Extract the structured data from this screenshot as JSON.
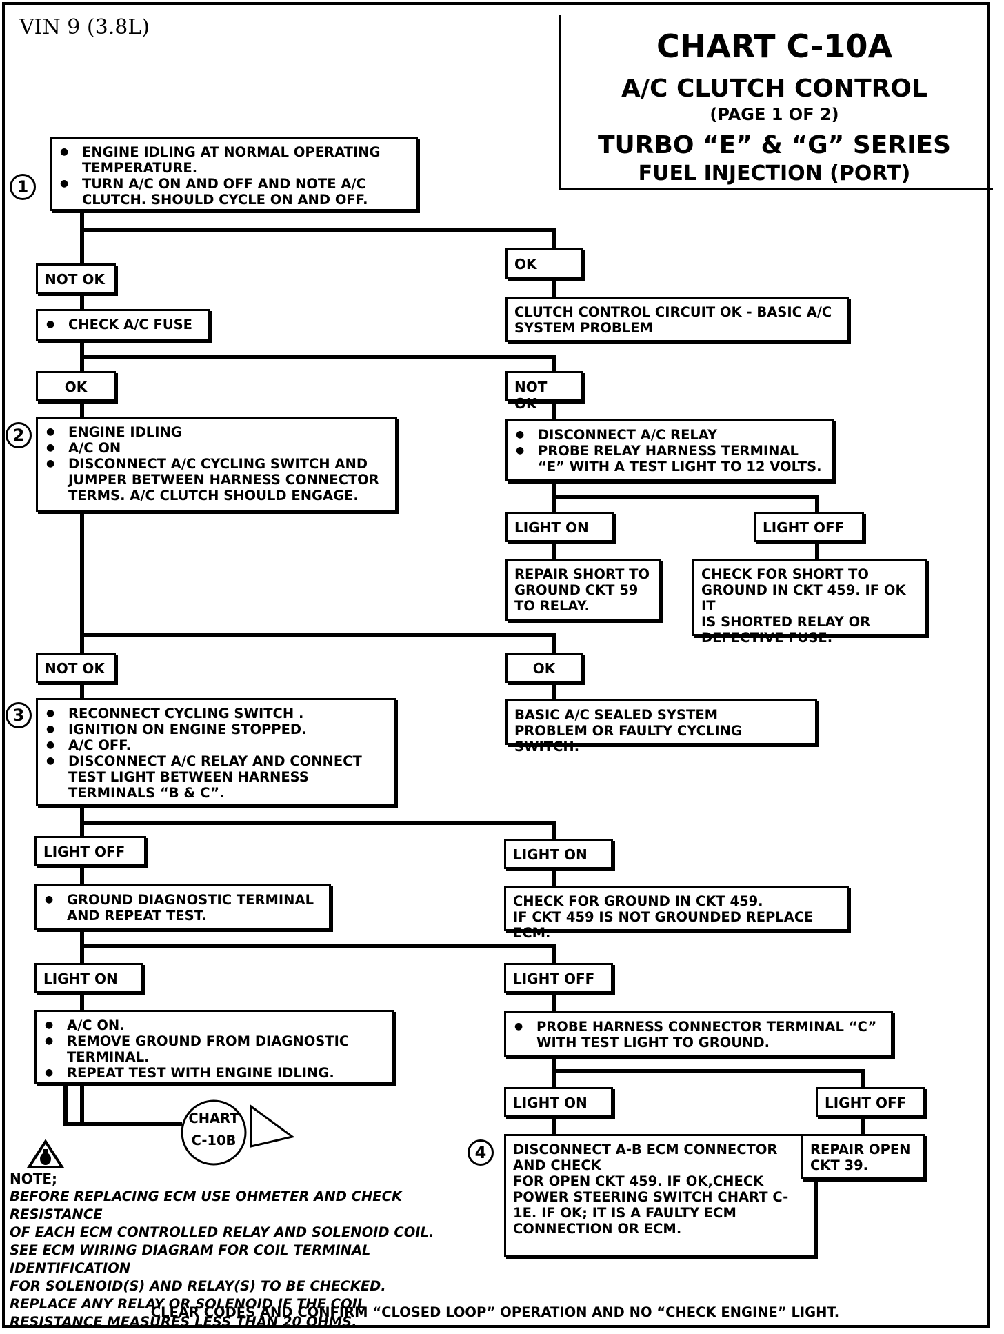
{
  "header": {
    "vin": "VIN 9 (3.8L)",
    "chart_id": "CHART C-10A",
    "title": "A/C CLUTCH CONTROL",
    "page": "(PAGE 1 OF 2)",
    "series": "TURBO “E” & “G” SERIES",
    "injection": "FUEL INJECTION (PORT)"
  },
  "steps": {
    "s1": "1",
    "s2": "2",
    "s3": "3",
    "s4": "4"
  },
  "boxes": {
    "start": [
      "ENGINE IDLING AT NORMAL OPERATING TEMPERATURE.",
      "TURN A/C ON AND OFF AND NOTE A/C CLUTCH.  SHOULD CYCLE ON AND OFF."
    ],
    "lbl_notok_1": "NOT OK",
    "lbl_ok_1": "OK",
    "clutch_ok": "CLUTCH CONTROL CIRCUIT OK - BASIC A/C SYSTEM PROBLEM",
    "check_fuse": [
      "CHECK A/C FUSE"
    ],
    "lbl_ok_2": "OK",
    "lbl_notok_2": "NOT OK",
    "step2": [
      "ENGINE IDLING",
      "A/C ON",
      "DISCONNECT A/C CYCLING SWITCH AND JUMPER BETWEEN HARNESS CONNECTOR TERMS.  A/C CLUTCH SHOULD ENGAGE."
    ],
    "relay": [
      "DISCONNECT A/C RELAY",
      "PROBE RELAY HARNESS TERMINAL “E” WITH A TEST LIGHT TO 12  VOLTS."
    ],
    "lbl_lighton_1": "LIGHT ON",
    "lbl_lightoff_1": "LIGHT OFF",
    "repair_short": "REPAIR SHORT TO\nGROUND CKT 59\nTO RELAY.",
    "check_short": "CHECK FOR SHORT TO\nGROUND IN CKT 459. IF OK IT\nIS SHORTED RELAY OR\nDEFECTIVE FUSE.",
    "lbl_notok_3": "NOT OK",
    "lbl_ok_3": "OK",
    "basic_sealed": "BASIC A/C SEALED SYSTEM\nPROBLEM OR FAULTY CYCLING SWITCH.",
    "step3": [
      "RECONNECT CYCLING SWITCH .",
      "IGNITION ON ENGINE STOPPED.",
      "A/C OFF.",
      "DISCONNECT A/C RELAY AND CONNECT TEST LIGHT BETWEEN HARNESS TERMINALS “B & C”."
    ],
    "lbl_lightoff_2": "LIGHT OFF",
    "lbl_lighton_2": "LIGHT ON",
    "ground_diag": [
      "GROUND DIAGNOSTIC TERMINAL AND REPEAT TEST."
    ],
    "check_ground": "CHECK FOR GROUND IN CKT 459.\nIF CKT 459 IS NOT GROUNDED REPLACE ECM.",
    "lbl_lighton_3": "LIGHT ON",
    "lbl_lightoff_3": "LIGHT OFF",
    "ac_on": [
      "A/C ON.",
      "REMOVE GROUND FROM DIAGNOSTIC TERMINAL.",
      "REPEAT TEST WITH ENGINE IDLING."
    ],
    "probe_c": [
      "PROBE HARNESS CONNECTOR TERMINAL “C” WITH TEST LIGHT TO GROUND."
    ],
    "lbl_lighton_4": "LIGHT ON",
    "lbl_lightoff_4": "LIGHT OFF",
    "step4": "DISCONNECT A-B  ECM CONNECTOR\nAND CHECK\nFOR OPEN CKT 459. IF OK,CHECK\nPOWER STEERING SWITCH CHART C-\n1E. IF OK;  IT IS A FAULTY ECM\nCONNECTION OR ECM.",
    "repair_open": "REPAIR OPEN\nCKT 39.",
    "chart_ref": "CHART\nC-10B"
  },
  "note": {
    "title": "NOTE;",
    "text": "BEFORE REPLACING ECM USE OHMETER AND CHECK RESISTANCE\nOF EACH ECM CONTROLLED RELAY AND SOLENOID COIL.\nSEE ECM WIRING DIAGRAM FOR COIL TERMINAL IDENTIFICATION\nFOR SOLENOID(S) AND RELAY(S) TO BE CHECKED.\nREPLACE ANY RELAY OR SOLENOID IF THE COIL\nRESISTANCE MEASURES LESS THAN 20 OHMS."
  },
  "footer": "CLEAR CODES AND CONFIRM “CLOSED LOOP” OPERATION AND NO “CHECK ENGINE” LIGHT."
}
